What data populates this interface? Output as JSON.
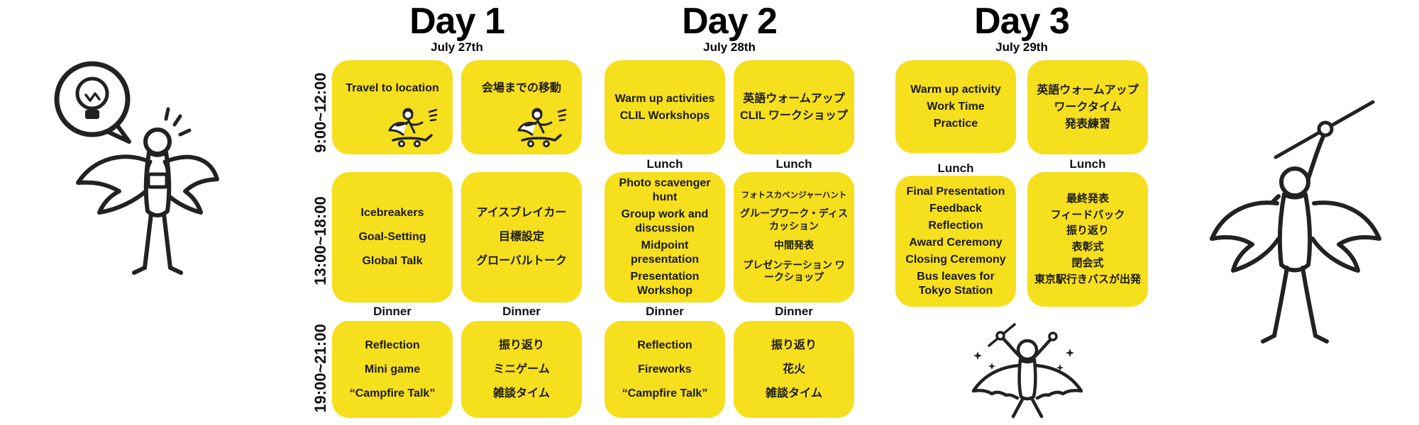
{
  "colors": {
    "box_yellow": "#F6DF1C",
    "text": "#1A1A1A",
    "heading": "#000000",
    "background": "#FFFFFF"
  },
  "time_labels": [
    "9:00~12:00",
    "13:00~18:00",
    "19:00~21:00"
  ],
  "days": [
    {
      "title": "Day 1",
      "date": "July 27th",
      "rows": [
        {
          "label_above": "",
          "en": {
            "lines": [
              "Travel to location"
            ],
            "icon": "skateboarding-angel"
          },
          "jp": {
            "lines": [
              "会場までの移動"
            ],
            "icon": "skateboarding-angel"
          }
        },
        {
          "label_above": "",
          "en": {
            "lines": [
              "Icebreakers",
              "Goal-Setting",
              "Global Talk"
            ]
          },
          "jp": {
            "lines": [
              "アイスブレイカー",
              "目標設定",
              "グローバルトーク"
            ]
          }
        },
        {
          "label_above": "Dinner",
          "en": {
            "lines": [
              "Reflection",
              "Mini game",
              "“Campfire Talk”"
            ]
          },
          "jp": {
            "lines": [
              "振り返り",
              "ミニゲーム",
              "雑談タイム"
            ]
          }
        }
      ]
    },
    {
      "title": "Day 2",
      "date": "July 28th",
      "rows": [
        {
          "label_above": "",
          "en": {
            "lines": [
              "Warm up activities",
              "CLIL Workshops"
            ]
          },
          "jp": {
            "lines": [
              "英語ウォームアップ",
              "CLIL ワークショップ"
            ]
          }
        },
        {
          "label_above": "Lunch",
          "en": {
            "lines": [
              "Photo scavenger hunt",
              "Group work and discussion",
              "Midpoint presentation",
              "Presentation Workshop"
            ]
          },
          "jp": {
            "lines": [
              "フォトスカベンジャーハント",
              "グループワーク・ディスカッション",
              "中間発表",
              "プレゼンテーション ワークショップ"
            ]
          }
        },
        {
          "label_above": "Dinner",
          "en": {
            "lines": [
              "Reflection",
              "Fireworks",
              "“Campfire Talk”"
            ]
          },
          "jp": {
            "lines": [
              "振り返り",
              "花火",
              "雑談タイム"
            ]
          }
        }
      ]
    },
    {
      "title": "Day 3",
      "date": "July 29th",
      "rows": [
        {
          "label_above": "",
          "en": {
            "lines": [
              "Warm up activity",
              "Work Time",
              "Practice"
            ]
          },
          "jp": {
            "lines": [
              "英語ウォームアップ",
              "ワークタイム",
              "発表練習"
            ]
          }
        },
        {
          "label_above": "Lunch",
          "en": {
            "lines": [
              "Final Presentation",
              "Feedback",
              "Reflection",
              "Award Ceremony",
              "Closing Ceremony",
              "Bus leaves for Tokyo Station"
            ]
          },
          "jp": {
            "lines": [
              "最終発表",
              "フィードバック",
              "振り返り",
              "表彰式",
              "閉会式",
              "東京駅行きバスが出発"
            ]
          }
        }
      ]
    }
  ],
  "illustrations": {
    "left": "thinking-angel-with-lightbulb-speech-bubble",
    "right": "angel-raising-baton",
    "day3_bottom": "celebrating-angel-with-sparkles",
    "travel_icon": "skateboarding-angel"
  }
}
